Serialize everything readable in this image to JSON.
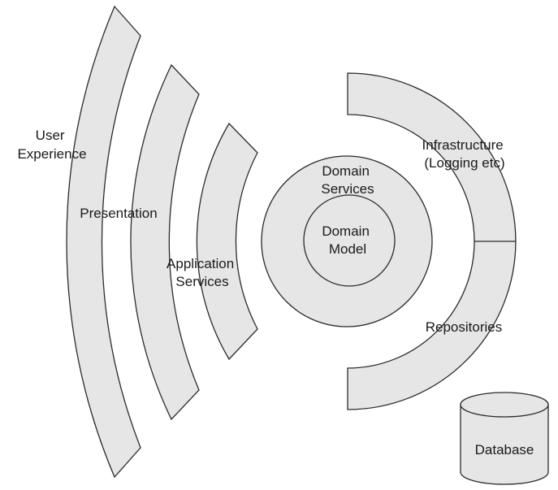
{
  "diagram": {
    "layers": {
      "user_experience": [
        "User",
        "Experience"
      ],
      "presentation": [
        "Presentation"
      ],
      "application_services": [
        "Application",
        "Services"
      ],
      "domain_services": [
        "Domain",
        "Services"
      ],
      "domain_model": [
        "Domain",
        "Model"
      ],
      "infrastructure": [
        "Infrastructure",
        "(Logging etc)"
      ],
      "repositories": [
        "Repositories"
      ],
      "database": [
        "Database"
      ]
    },
    "colors": {
      "band_fill": "#e6e6e6",
      "outline": "#2b2b2b",
      "text": "#1a1a1a",
      "background": "#ffffff"
    }
  }
}
